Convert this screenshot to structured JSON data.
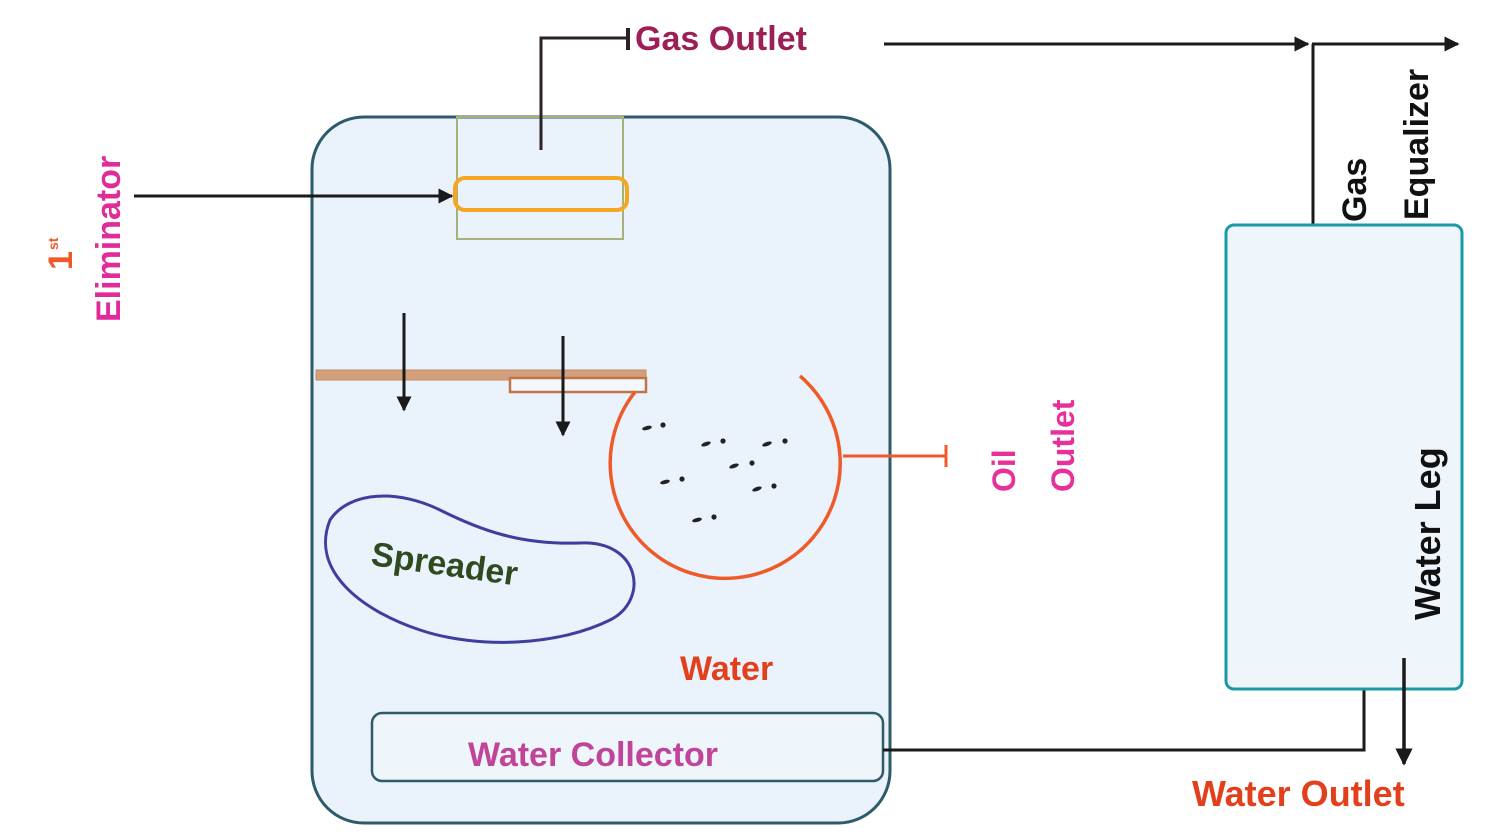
{
  "diagram": {
    "type": "process-flow",
    "subject": "Separator with water leg"
  },
  "labels": {
    "gas_outlet": "Gas Outlet",
    "eliminator_num": "1",
    "eliminator_sup": "st",
    "eliminator": "Eliminator",
    "gas": "Gas",
    "equalizer": "Equalizer",
    "oil": "Oil",
    "oil_outlet": "Outlet",
    "spreader": "Spreader",
    "water": "Water",
    "water_collector": "Water Collector",
    "water_leg": "Water Leg",
    "water_outlet": "Water Outlet"
  },
  "colors": {
    "gas_outlet": "#9c1f55",
    "eliminator": "#e02c9a",
    "eliminator_num": "#f0582a",
    "oil_outlet": "#e8309a",
    "spreader_text": "#2f4a1f",
    "spreader_outline": "#3d3e9e",
    "water": "#e2401c",
    "water_collector": "#c0459a",
    "water_outlet": "#e2401c",
    "tank_fill": "#eaf3fb",
    "tank_stroke": "#2e5a6a",
    "leg_stroke": "#1a9aa8",
    "mist_pad": "#f5a623",
    "baffle": "#d4a07c",
    "oil_weir": "#ef5a2a",
    "line": "#1a1a1a"
  }
}
